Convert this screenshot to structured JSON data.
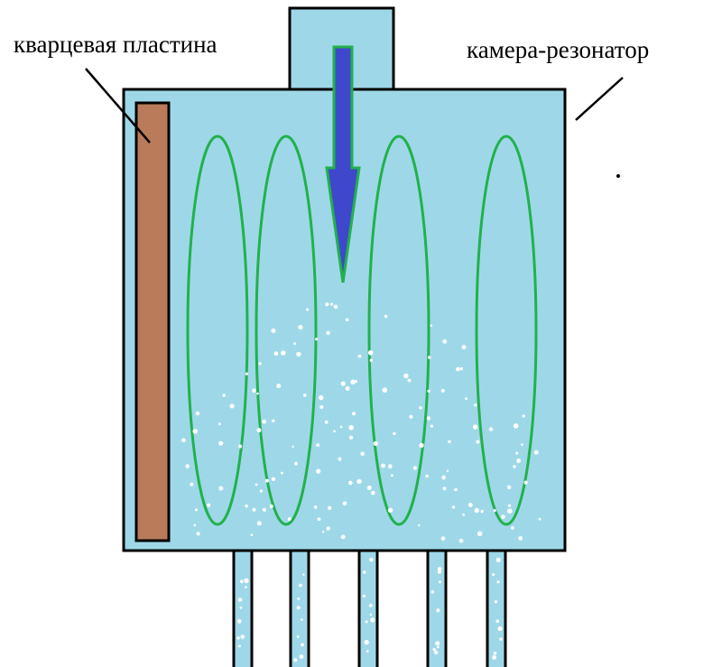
{
  "labels": {
    "quartz_plate": "кварцевая пластина",
    "resonator_chamber": "камера-резонатор"
  },
  "colors": {
    "chamber_fill": "#9ed8e8",
    "outline": "#000000",
    "quartz_plate": "#b97b5a",
    "standing_wave": "#22b14c",
    "inflow_arrow": "#3f48cc",
    "droplets": "#ffffff"
  },
  "standing_wave_loops": 4,
  "outlet_tubes": 5
}
